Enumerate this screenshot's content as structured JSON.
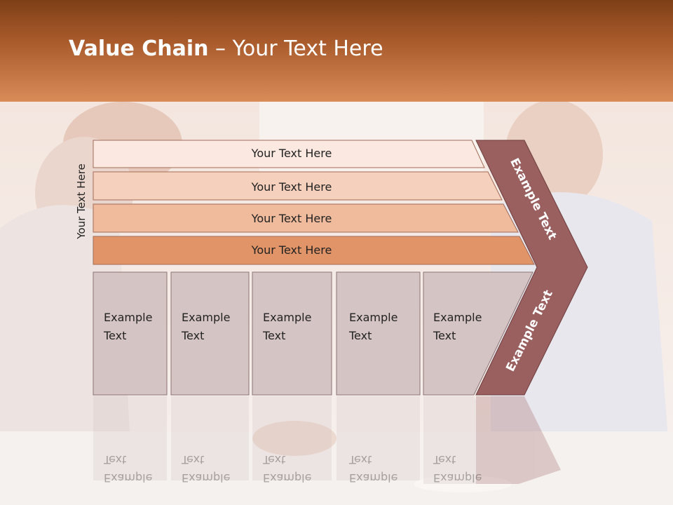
{
  "header": {
    "title_bold": "Value Chain",
    "title_rest": " – Your Text Here"
  },
  "side_label": "Your Text Here",
  "bars": [
    {
      "label": "Your Text Here",
      "color": "#fbe9e1"
    },
    {
      "label": "Your Text Here",
      "color": "#f5d0bd"
    },
    {
      "label": "Your Text Here",
      "color": "#efbb9c"
    },
    {
      "label": "Your Text Here",
      "color": "#e19467"
    }
  ],
  "boxes": [
    {
      "line1": "Example",
      "line2": "Text"
    },
    {
      "line1": "Example",
      "line2": "Text"
    },
    {
      "line1": "Example",
      "line2": "Text"
    },
    {
      "line1": "Example",
      "line2": "Text"
    },
    {
      "line1": "Example",
      "line2": "Text"
    }
  ],
  "chevron": {
    "top_label": "Example Text",
    "bottom_label": "Example Text",
    "color": "#9a5f5f"
  },
  "colors": {
    "header": "#a85a2b",
    "box_fill": "#d5c4c4"
  }
}
